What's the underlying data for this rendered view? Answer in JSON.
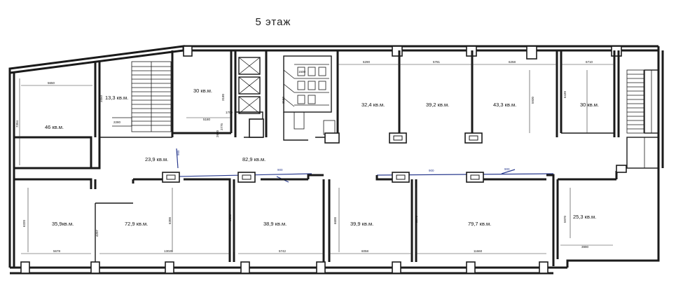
{
  "floor_title": "5 этаж",
  "rooms": [
    {
      "id": "r46",
      "label": "46 кв.м."
    },
    {
      "id": "r13",
      "label": "13,3 кв.м."
    },
    {
      "id": "r30a",
      "label": "30 кв.м."
    },
    {
      "id": "r324",
      "label": "32,4 кв.м."
    },
    {
      "id": "r392",
      "label": "39,2 кв.м."
    },
    {
      "id": "r433",
      "label": "43,3 кв.м."
    },
    {
      "id": "r30b",
      "label": "30 кв.м."
    },
    {
      "id": "r239",
      "label": "23,9 кв.м."
    },
    {
      "id": "r829",
      "label": "82,9 кв.м."
    },
    {
      "id": "r359",
      "label": "35,9кв.м."
    },
    {
      "id": "r729",
      "label": "72,9 кв.м."
    },
    {
      "id": "r389",
      "label": "38,9 кв.м."
    },
    {
      "id": "r399",
      "label": "39,9 кв.м."
    },
    {
      "id": "r797",
      "label": "79,7 кв.м."
    },
    {
      "id": "r253",
      "label": "25,3 кв.м."
    }
  ],
  "dimensions": [
    "5650",
    "7394",
    "3450",
    "3180",
    "2280",
    "2650",
    "1700",
    "5180",
    "6290",
    "5781",
    "6258",
    "5930",
    "6710",
    "6430",
    "6320",
    "5678",
    "4207",
    "13020",
    "6300",
    "6900",
    "5742",
    "6600",
    "6058",
    "8970",
    "11660",
    "5970",
    "3990",
    "3150",
    "2775",
    "1500"
  ],
  "blue_marks": [
    "900",
    "900",
    "900"
  ]
}
